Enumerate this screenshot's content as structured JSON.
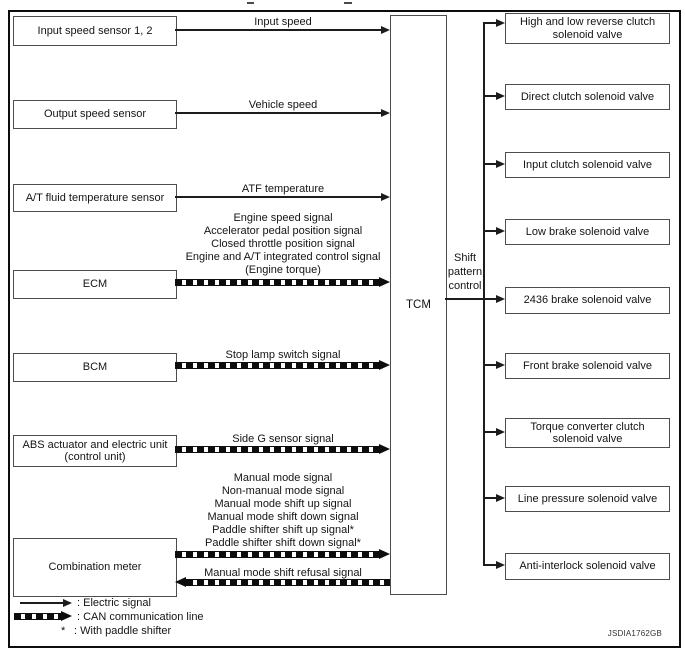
{
  "figure_code": "JSDIA1762GB",
  "tcm": {
    "label": "TCM"
  },
  "shift_pattern": {
    "label": "Shift pattern control"
  },
  "left_sources": [
    {
      "label": "Input speed sensor 1, 2",
      "signals": [
        "Input speed"
      ],
      "line_type": "electric"
    },
    {
      "label": "Output speed sensor",
      "signals": [
        "Vehicle speed"
      ],
      "line_type": "electric"
    },
    {
      "label": "A/T fluid temperature sensor",
      "signals": [
        "ATF temperature"
      ],
      "line_type": "electric"
    },
    {
      "label": "ECM",
      "signals": [
        "Engine speed signal",
        "Accelerator pedal position signal",
        "Closed throttle position signal",
        "Engine and A/T integrated control signal",
        "(Engine torque)"
      ],
      "line_type": "can"
    },
    {
      "label": "BCM",
      "signals": [
        "Stop lamp switch signal"
      ],
      "line_type": "can"
    },
    {
      "label": "ABS actuator and electric unit\n(control unit)",
      "signals": [
        "Side G sensor signal"
      ],
      "line_type": "can"
    },
    {
      "label": "Combination meter",
      "signals": [
        "Manual mode signal",
        "Non-manual mode signal",
        "Manual mode shift up signal",
        "Manual mode shift down signal",
        "Paddle shifter shift up signal*",
        "Paddle shifter shift down signal*"
      ],
      "return_signal": "Manual mode shift refusal signal",
      "line_type": "can"
    }
  ],
  "valves": [
    "High and low reverse clutch\nsolenoid valve",
    "Direct clutch solenoid valve",
    "Input clutch solenoid valve",
    "Low brake solenoid valve",
    "2436 brake solenoid valve",
    "Front brake solenoid valve",
    "Torque converter clutch\nsolenoid valve",
    "Line pressure solenoid valve",
    "Anti-interlock solenoid valve"
  ],
  "legend": [
    {
      "label": ": Electric signal"
    },
    {
      "label": ": CAN communication line"
    },
    {
      "symbol": "*",
      "label": ": With paddle shifter"
    }
  ]
}
